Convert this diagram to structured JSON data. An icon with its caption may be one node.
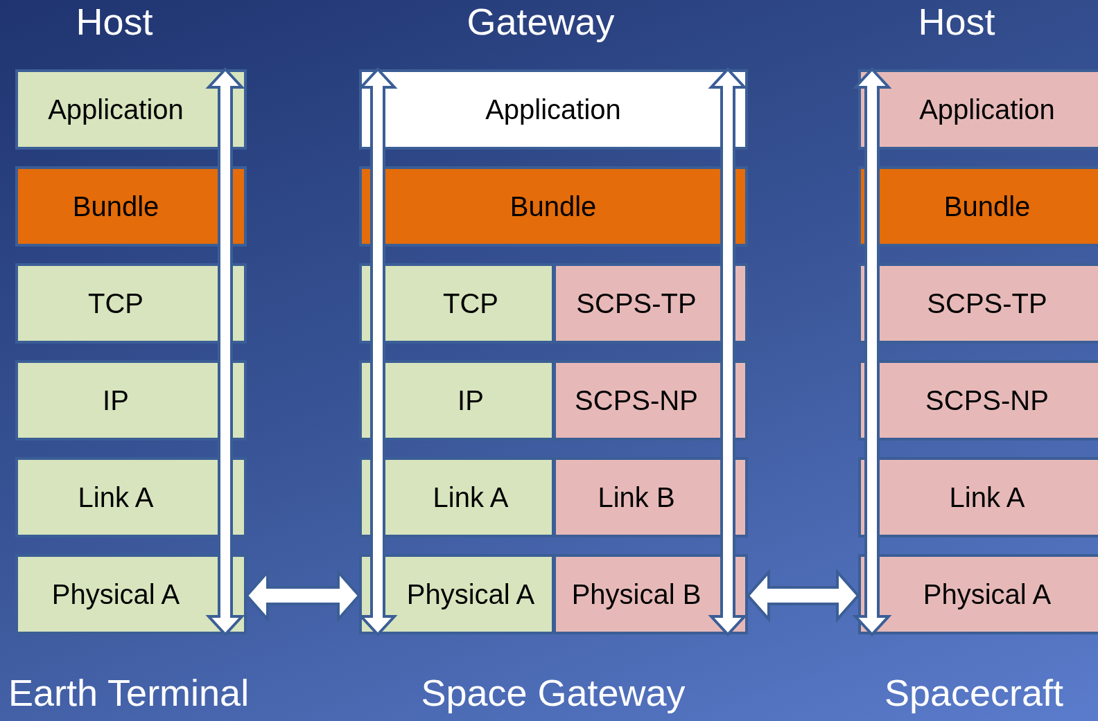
{
  "diagram": {
    "nodes": [
      {
        "text": [
          "Application"
        ]
      },
      {
        "text": [
          "Bundle"
        ]
      },
      {
        "text": [
          "TCP"
        ]
      },
      {
        "text": [
          "IP"
        ]
      },
      {
        "text": [
          "Link A"
        ]
      },
      {
        "text": [
          "Physical A"
        ]
      },
      {
        "text": [
          "Application"
        ]
      },
      {
        "text": [
          "Bundle"
        ]
      },
      {
        "text": [
          "TCP"
        ]
      },
      {
        "text": [
          "SCPS-TP"
        ]
      },
      {
        "text": [
          "IP"
        ]
      },
      {
        "text": [
          "SCPS-NP"
        ]
      },
      {
        "text": [
          "Link A"
        ]
      },
      {
        "text": [
          "Link B"
        ]
      },
      {
        "text": [
          "Physical A"
        ]
      },
      {
        "text": [
          "Physical B"
        ]
      },
      {
        "text": [
          "Application"
        ]
      },
      {
        "text": [
          "Bundle"
        ]
      },
      {
        "text": [
          "SCPS-TP"
        ]
      },
      {
        "text": [
          "SCPS-NP"
        ]
      },
      {
        "text": [
          "Link A"
        ]
      },
      {
        "text": [
          "Physical A"
        ]
      }
    ],
    "edges": [
      {
        "from": 0,
        "to": 5,
        "arrow": "both"
      },
      {
        "from": 6,
        "to": 14,
        "arrow": "both"
      },
      {
        "from": 6,
        "to": 15,
        "arrow": "both"
      },
      {
        "from": 16,
        "to": 21,
        "arrow": "both"
      },
      {
        "from": 5,
        "to": 14,
        "arrow": "both"
      },
      {
        "from": 15,
        "to": 21,
        "arrow": "both"
      }
    ],
    "labels": [
      "Host",
      "Gateway",
      "Host",
      "Earth Terminal",
      "Space Gateway",
      "Spacecraft"
    ]
  }
}
